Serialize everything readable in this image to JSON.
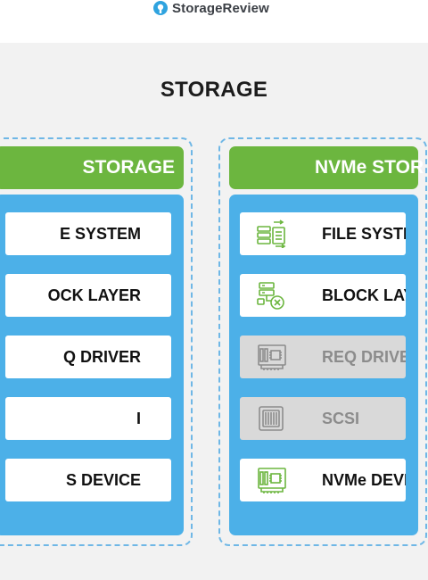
{
  "brand": {
    "name": "StorageReview",
    "logo_icon": "storagereview-logo-icon",
    "accent": "#2fa3df"
  },
  "diagram": {
    "title": "STORAGE"
  },
  "colors": {
    "header_green": "#6cb63f",
    "body_blue": "#4cb0e8",
    "dashed_border": "#6fb7e6",
    "disabled_gray": "#d9d9d9"
  },
  "columns": [
    {
      "title": "STORAGE",
      "layers": [
        {
          "label": "E SYSTEM"
        },
        {
          "label": "OCK LAYER"
        },
        {
          "label": "Q DRIVER"
        },
        {
          "label": "I"
        },
        {
          "label": "S DEVICE"
        }
      ]
    },
    {
      "title": "NVMe STOR",
      "layers": [
        {
          "label": "FILE SYSTE",
          "icon": "file-system-icon",
          "state": "active"
        },
        {
          "label": "BLOCK LAY",
          "icon": "block-layer-icon",
          "state": "active"
        },
        {
          "label": "REQ DRIVEF",
          "icon": "req-driver-icon",
          "state": "bypassed"
        },
        {
          "label": "SCSI",
          "icon": "scsi-icon",
          "state": "bypassed"
        },
        {
          "label": "NVMe DEVI",
          "icon": "nvme-device-icon",
          "state": "active"
        }
      ]
    }
  ]
}
